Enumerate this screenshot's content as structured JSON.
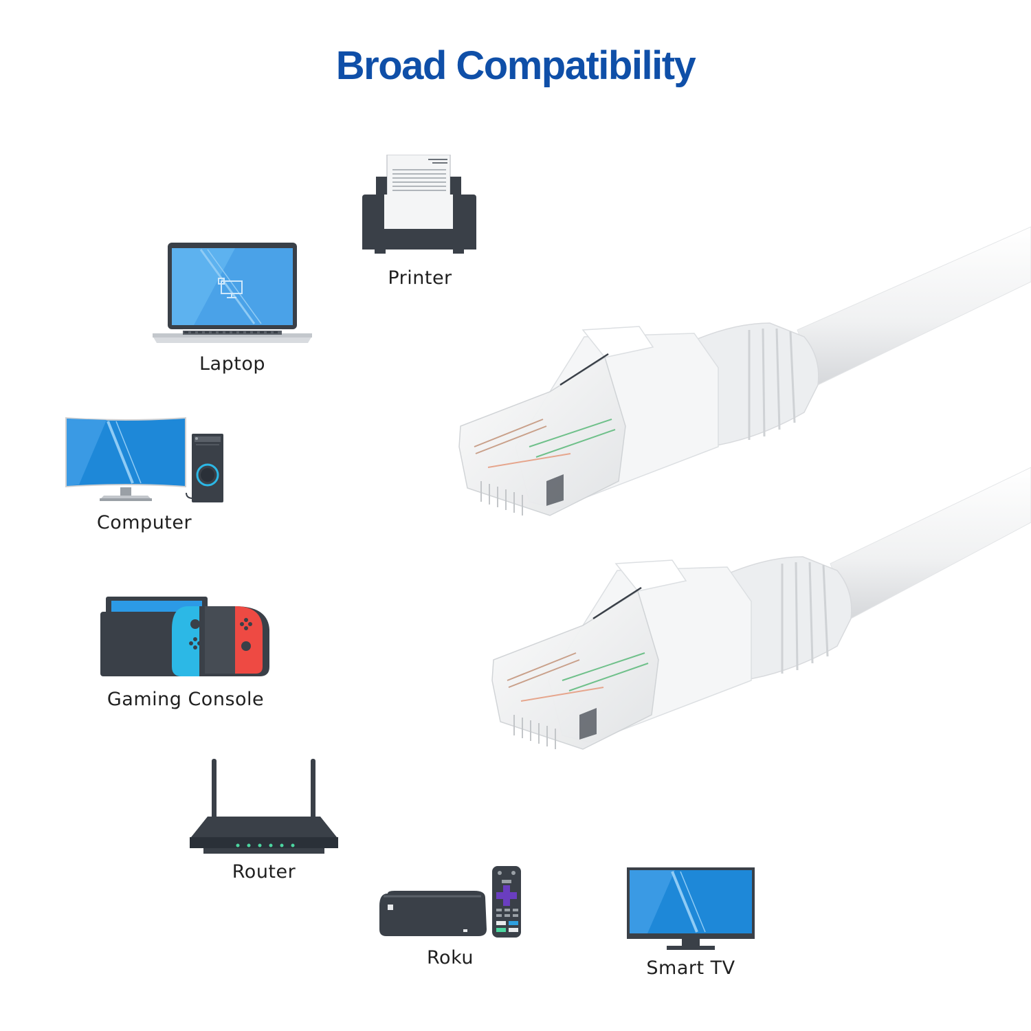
{
  "page": {
    "title": "Broad Compatibility",
    "title_color": "#0f4fa8"
  },
  "colors": {
    "icon_dark": "#3a4048",
    "screen_blue": "#1e88d8",
    "switch_blue": "#2cb8e6",
    "switch_red": "#ee4a43",
    "cable_white": "#f3f4f5"
  },
  "devices": [
    {
      "id": "printer",
      "label": "Printer",
      "icon": "printer-icon"
    },
    {
      "id": "laptop",
      "label": "Laptop",
      "icon": "laptop-icon"
    },
    {
      "id": "computer",
      "label": "Computer",
      "icon": "desktop-computer-icon"
    },
    {
      "id": "console",
      "label": "Gaming Console",
      "icon": "gaming-console-icon"
    },
    {
      "id": "router",
      "label": "Router",
      "icon": "router-icon"
    },
    {
      "id": "roku",
      "label": "Roku",
      "icon": "roku-icon"
    },
    {
      "id": "tv",
      "label": "Smart TV",
      "icon": "smart-tv-icon"
    }
  ]
}
